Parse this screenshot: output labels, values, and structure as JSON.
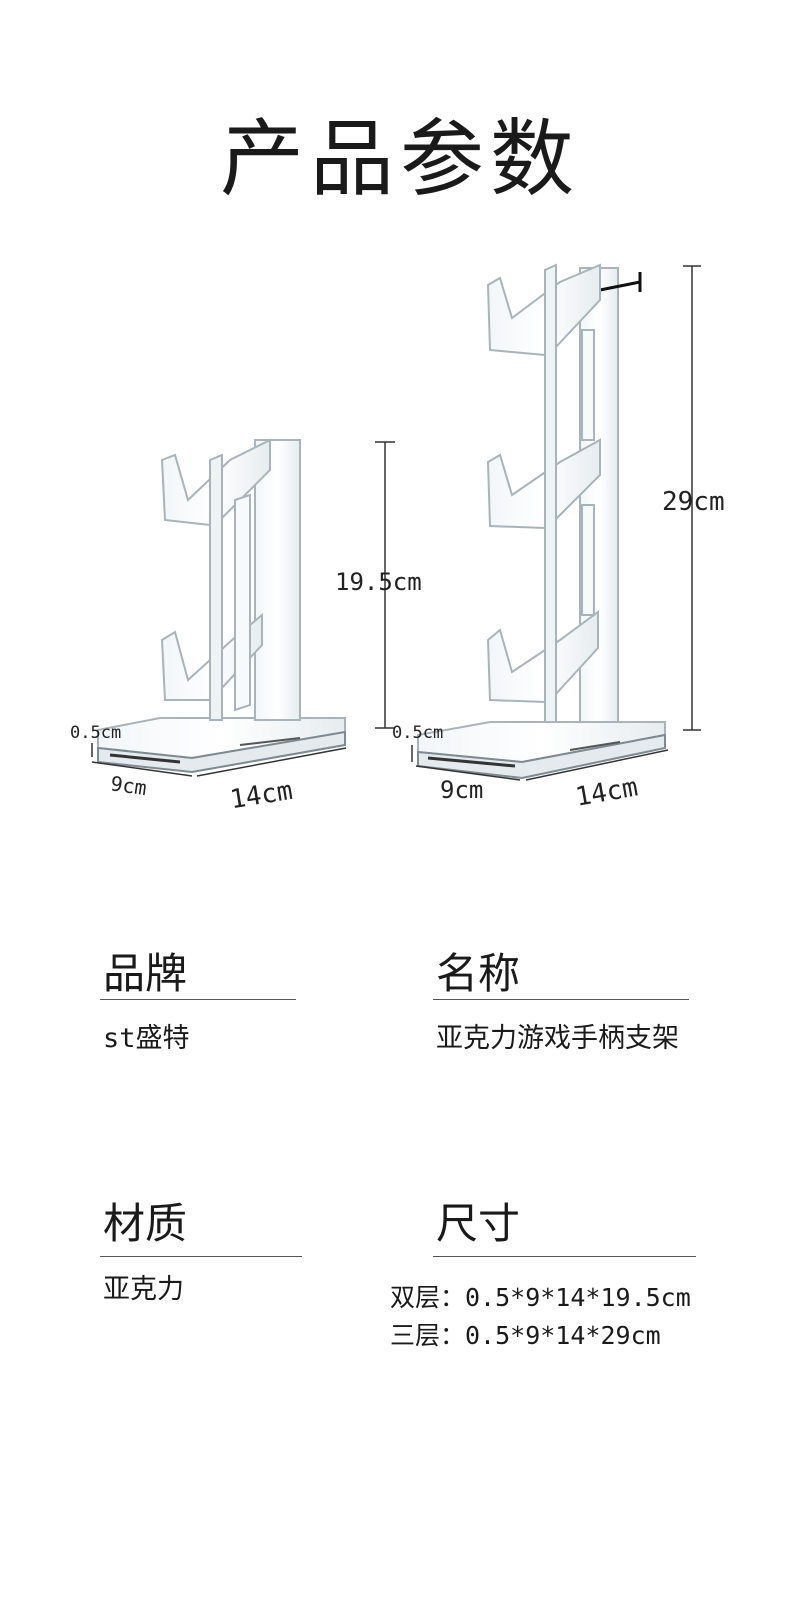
{
  "title": "产品参数",
  "product_a": {
    "height": "19.5cm",
    "thickness": "0.5cm",
    "depth": "9cm",
    "width": "14cm"
  },
  "product_b": {
    "height": "29cm",
    "thickness": "0.5cm",
    "depth": "9cm",
    "width": "14cm"
  },
  "specs": {
    "brand": {
      "label": "品牌",
      "value": "st盛特"
    },
    "name": {
      "label": "名称",
      "value": "亚克力游戏手柄支架"
    },
    "material": {
      "label": "材质",
      "value": "亚克力"
    },
    "size": {
      "label": "尺寸",
      "lines": [
        "双层：0.5*9*14*19.5cm",
        "三层：0.5*9*14*29cm"
      ]
    }
  }
}
